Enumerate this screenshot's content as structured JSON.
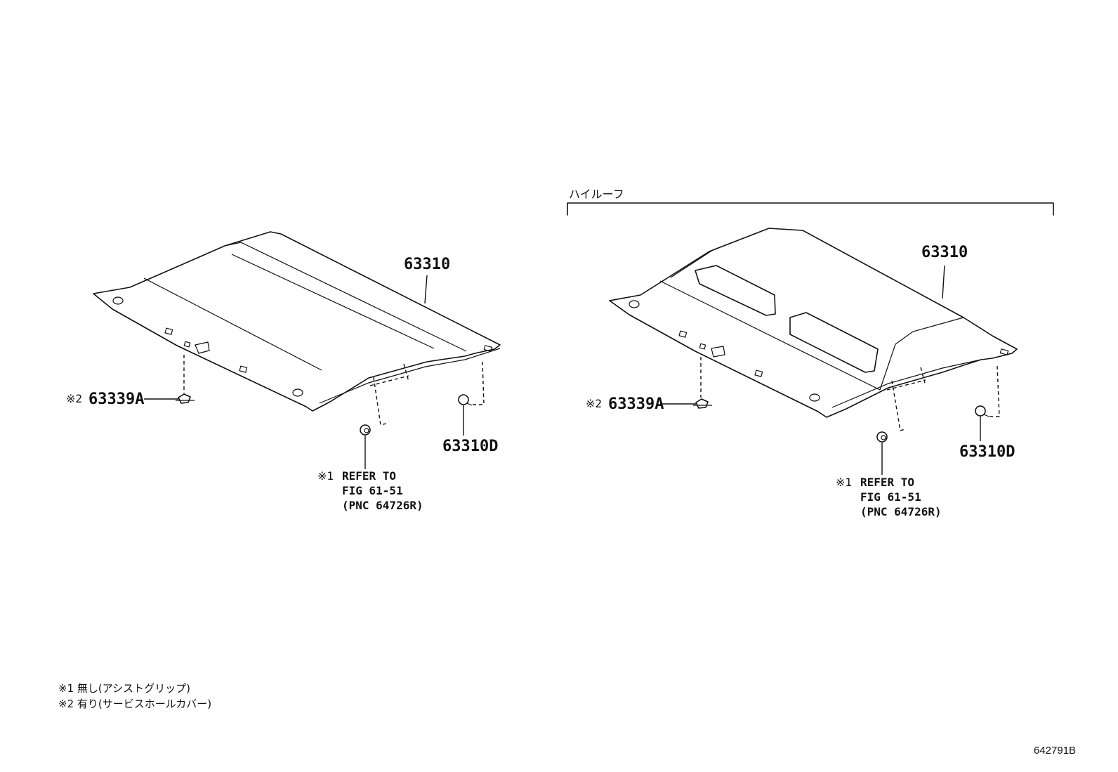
{
  "left_assembly": {
    "part_main": "63310",
    "part_clip": "63339A",
    "part_clip_mark": "※2",
    "part_fastener": "63310D",
    "ref_mark": "※1",
    "ref_line1": "REFER TO",
    "ref_line2": "FIG 61-51",
    "ref_line3": "(PNC 64726R)"
  },
  "right_assembly": {
    "section_label": "ハイルーフ",
    "part_main": "63310",
    "part_clip": "63339A",
    "part_clip_mark": "※2",
    "part_fastener": "63310D",
    "ref_mark": "※1",
    "ref_line1": "REFER TO",
    "ref_line2": "FIG 61-51",
    "ref_line3": "(PNC 64726R)"
  },
  "notes": [
    "※1 無し(アシストグリップ)",
    "※2 有り(サービスホールカバー)"
  ],
  "diagram_code": "642791B"
}
